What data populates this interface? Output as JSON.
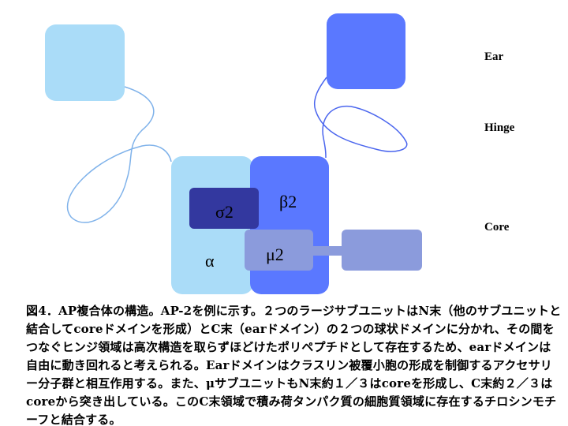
{
  "labels": {
    "ear": "Ear",
    "hinge": "Hinge",
    "core": "Core"
  },
  "subunits": {
    "alpha": "α",
    "beta2": "β2",
    "sigma2": "σ2",
    "mu2": "μ2"
  },
  "colors": {
    "alpha": "#aadcf8",
    "beta": "#5a78ff",
    "sigma": "#33389f",
    "mu": "#8b9bdc"
  },
  "caption": "図4．AP複合体の構造。AP-2を例に示す。２つのラージサブユニットはN末（他のサブユニットと結合してcoreドメインを形成）とC末（earドメイン）の２つの球状ドメインに分かれ、その間をつなぐヒンジ領域は高次構造を取らずほどけたポリペプチドとして存在するため、earドメインは自由に動き回れると考えられる。Earドメインはクラスリン被覆小胞の形成を制御するアクセサリー分子群と相互作用する。また、μサブユニットもN末約１／３はcoreを形成し、C末約２／３はcoreから突き出している。このC末領域で積み荷タンパク質の細胞質領域に存在するチロシンモチーフと結合する。"
}
